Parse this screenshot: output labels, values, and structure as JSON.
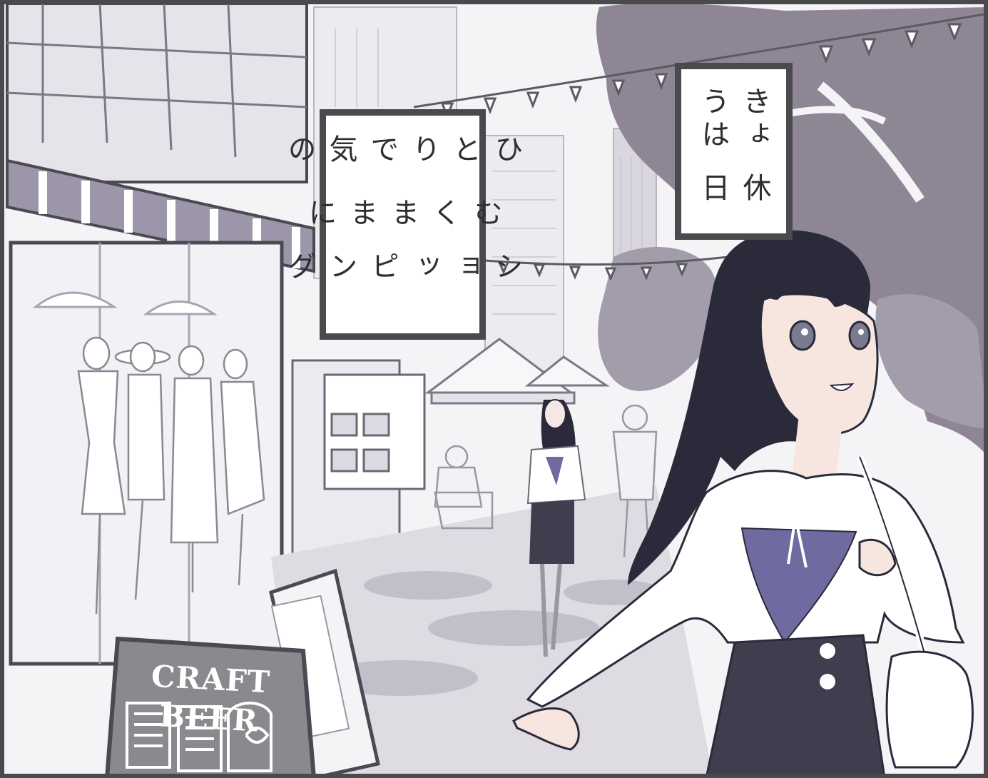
{
  "captions": {
    "holiday": [
      "きょうは",
      "休日"
    ],
    "shopping": [
      "ひとりで気の",
      "むくままに",
      "ショッピング"
    ]
  },
  "sign": {
    "text": "CRAFT BEER"
  },
  "colors": {
    "frame": "#4a4a4e",
    "tree": "#8e8695",
    "hair": "#2a2a3a",
    "top_inner": "#6f6aa0",
    "skirt": "#3e3e4e",
    "awning": "#9d96ab",
    "chalkboard": "#8a8a8e"
  }
}
